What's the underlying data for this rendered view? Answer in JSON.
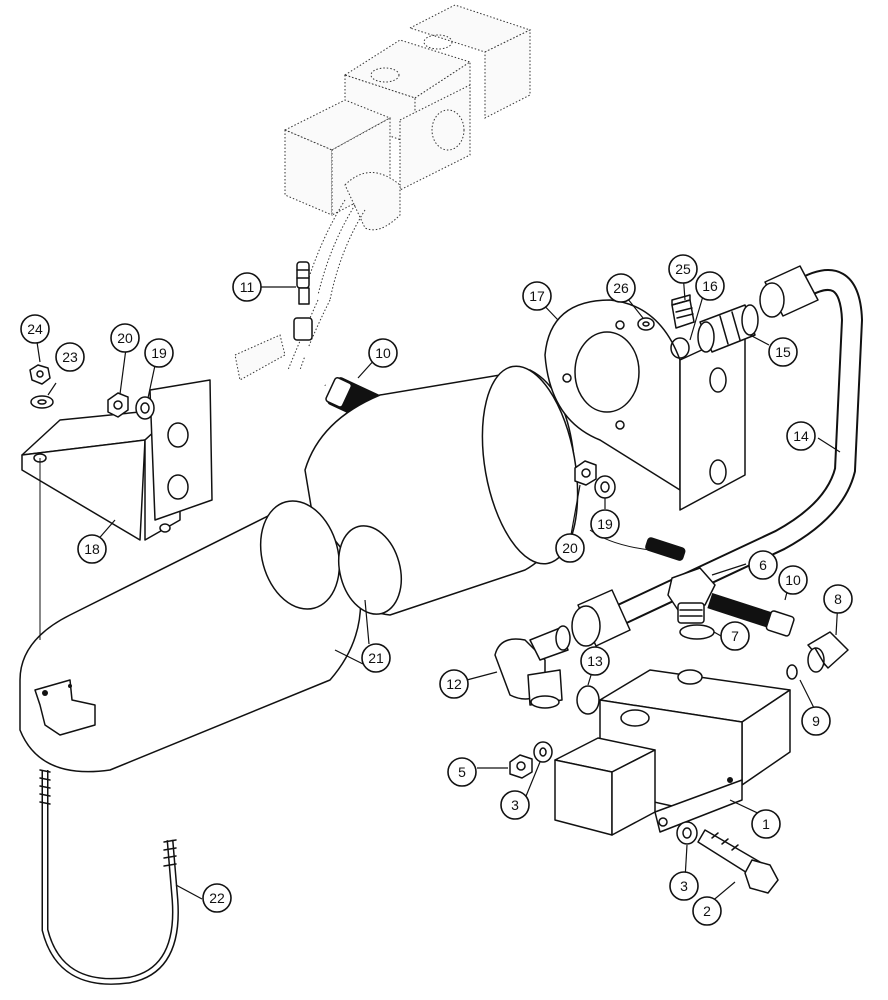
{
  "callouts": [
    {
      "n": "1"
    },
    {
      "n": "2"
    },
    {
      "n": "3"
    },
    {
      "n": "3"
    },
    {
      "n": "5"
    },
    {
      "n": "6"
    },
    {
      "n": "7"
    },
    {
      "n": "8"
    },
    {
      "n": "9"
    },
    {
      "n": "10"
    },
    {
      "n": "10"
    },
    {
      "n": "11"
    },
    {
      "n": "12"
    },
    {
      "n": "13"
    },
    {
      "n": "14"
    },
    {
      "n": "15"
    },
    {
      "n": "16"
    },
    {
      "n": "17"
    },
    {
      "n": "18"
    },
    {
      "n": "19"
    },
    {
      "n": "19"
    },
    {
      "n": "20"
    },
    {
      "n": "20"
    },
    {
      "n": "21"
    },
    {
      "n": "22"
    },
    {
      "n": "23"
    },
    {
      "n": "24"
    },
    {
      "n": "25"
    },
    {
      "n": "26"
    }
  ]
}
